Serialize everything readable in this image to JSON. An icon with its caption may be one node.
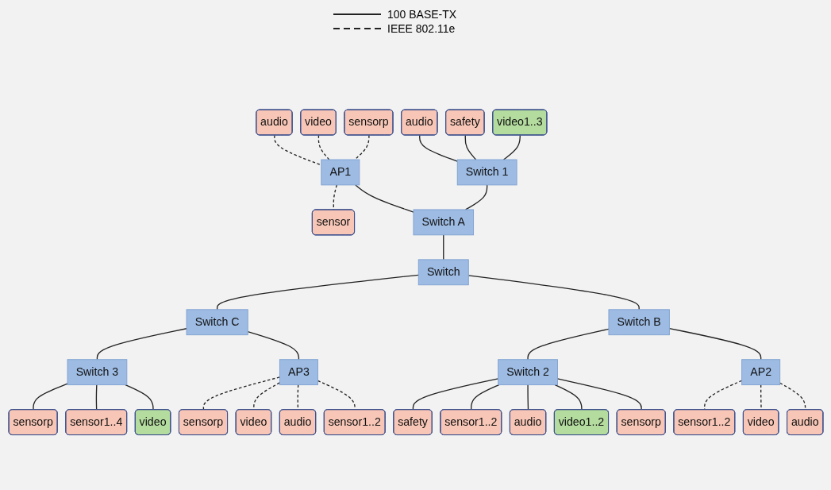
{
  "diagram": {
    "nodes": [
      {
        "text": [
          "Switch 1"
        ]
      },
      {
        "text": [
          "video1..3"
        ]
      },
      {
        "text": [
          "safety"
        ]
      },
      {
        "text": [
          "audio"
        ]
      },
      {
        "text": [
          "AP1"
        ]
      },
      {
        "text": [
          "sensorp"
        ]
      },
      {
        "text": [
          "video"
        ]
      },
      {
        "text": [
          "audio"
        ]
      },
      {
        "text": [
          "sensor"
        ]
      },
      {
        "text": [
          "Switch A"
        ]
      },
      {
        "text": [
          "Switch"
        ]
      },
      {
        "text": [
          "Switch C"
        ]
      },
      {
        "text": [
          "Switch 3"
        ]
      },
      {
        "text": [
          "sensorp"
        ]
      },
      {
        "text": [
          "sensor1..4"
        ]
      },
      {
        "text": [
          "video"
        ]
      },
      {
        "text": [
          "AP3"
        ]
      },
      {
        "text": [
          "sensorp"
        ]
      },
      {
        "text": [
          "video"
        ]
      },
      {
        "text": [
          "audio"
        ]
      },
      {
        "text": [
          "sensor1..2"
        ]
      },
      {
        "text": [
          "Switch B"
        ]
      },
      {
        "text": [
          "Switch 2"
        ]
      },
      {
        "text": [
          "safety"
        ]
      },
      {
        "text": [
          "sensor1..2"
        ]
      },
      {
        "text": [
          "audio"
        ]
      },
      {
        "text": [
          "video1..2"
        ]
      },
      {
        "text": [
          "sensorp"
        ]
      },
      {
        "text": [
          "AP2"
        ]
      },
      {
        "text": [
          "sensor1..2"
        ]
      },
      {
        "text": [
          "video"
        ]
      },
      {
        "text": [
          "audio"
        ]
      }
    ],
    "edges": [
      {
        "from": 1,
        "to": 0,
        "arrow": "none"
      },
      {
        "from": 2,
        "to": 0,
        "arrow": "none"
      },
      {
        "from": 3,
        "to": 0,
        "arrow": "none"
      },
      {
        "from": 0,
        "to": 9,
        "arrow": "none"
      },
      {
        "from": 5,
        "to": 4,
        "arrow": "none",
        "style": "dashed"
      },
      {
        "from": 6,
        "to": 4,
        "arrow": "none",
        "style": "dashed"
      },
      {
        "from": 7,
        "to": 4,
        "arrow": "none",
        "style": "dashed"
      },
      {
        "from": 4,
        "to": 8,
        "arrow": "none",
        "style": "dashed"
      },
      {
        "from": 4,
        "to": 9,
        "arrow": "none"
      },
      {
        "from": 9,
        "to": 10,
        "arrow": "none"
      },
      {
        "from": 10,
        "to": 11,
        "arrow": "none"
      },
      {
        "from": 10,
        "to": 21,
        "arrow": "none"
      },
      {
        "from": 11,
        "to": 12,
        "arrow": "none"
      },
      {
        "from": 12,
        "to": 13,
        "arrow": "none"
      },
      {
        "from": 12,
        "to": 14,
        "arrow": "none"
      },
      {
        "from": 12,
        "to": 15,
        "arrow": "none"
      },
      {
        "from": 11,
        "to": 16,
        "arrow": "none"
      },
      {
        "from": 16,
        "to": 17,
        "arrow": "none",
        "style": "dashed"
      },
      {
        "from": 16,
        "to": 18,
        "arrow": "none",
        "style": "dashed"
      },
      {
        "from": 16,
        "to": 19,
        "arrow": "none",
        "style": "dashed"
      },
      {
        "from": 16,
        "to": 20,
        "arrow": "none",
        "style": "dashed"
      },
      {
        "from": 21,
        "to": 22,
        "arrow": "none"
      },
      {
        "from": 21,
        "to": 28,
        "arrow": "none"
      },
      {
        "from": 22,
        "to": 23,
        "arrow": "none"
      },
      {
        "from": 22,
        "to": 24,
        "arrow": "none"
      },
      {
        "from": 22,
        "to": 25,
        "arrow": "none"
      },
      {
        "from": 22,
        "to": 26,
        "arrow": "none"
      },
      {
        "from": 22,
        "to": 27,
        "arrow": "none"
      },
      {
        "from": 28,
        "to": 29,
        "arrow": "none",
        "style": "dashed"
      },
      {
        "from": 28,
        "to": 30,
        "arrow": "none",
        "style": "dashed"
      },
      {
        "from": 28,
        "to": 31,
        "arrow": "none",
        "style": "dashed"
      }
    ],
    "legend": [
      {
        "text": "100 BASE-TX"
      },
      {
        "text": "IEEE 802.11e"
      }
    ]
  }
}
